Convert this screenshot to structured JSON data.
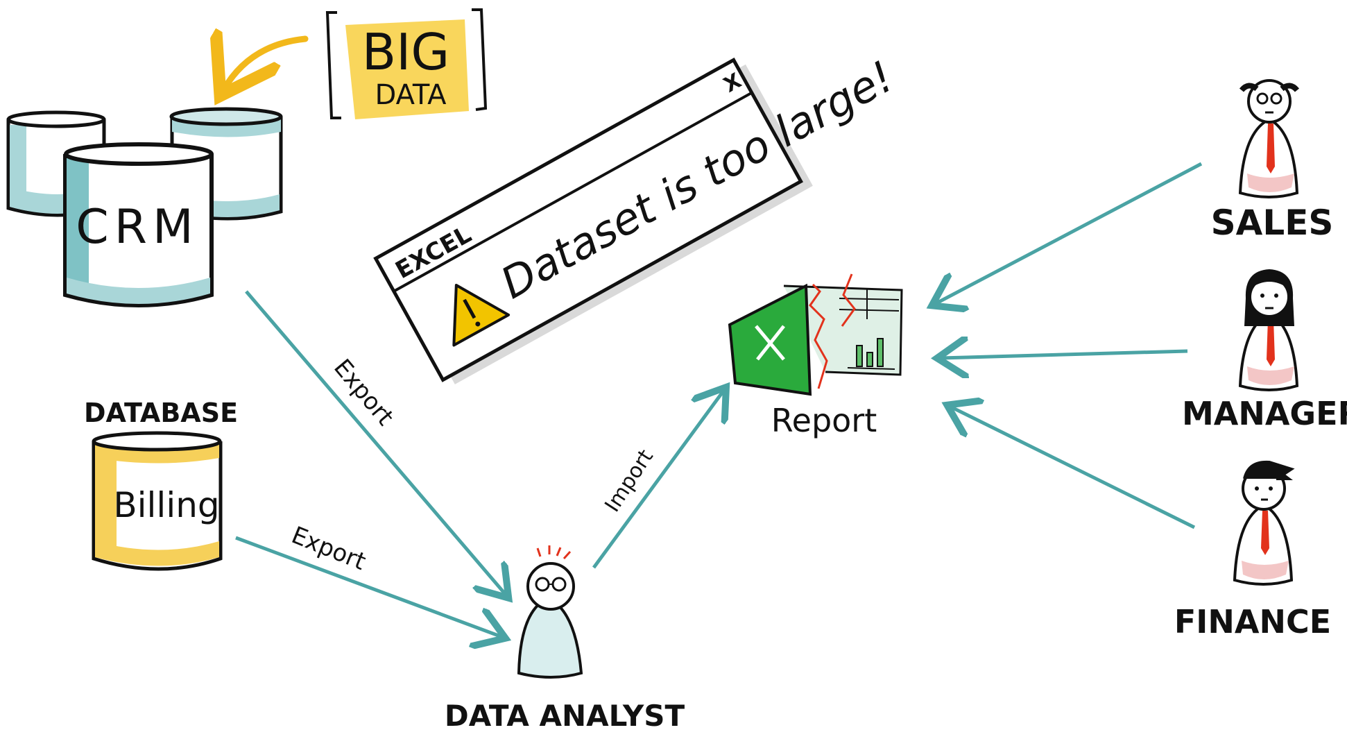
{
  "colors": {
    "arrow": "#4aa3a4",
    "teal_fill": "#a9d6d8",
    "billing_fill": "#f6d05a",
    "excel_green": "#2aaa3c",
    "warning": "#f2c400",
    "crack": "#e2321c",
    "tie": "#e2321c",
    "bigdata_note": "#f8d24a"
  },
  "labels": {
    "crm": "CRM",
    "big": "BIG",
    "data": "DATA",
    "database_heading": "DATABASE",
    "billing": "Billing",
    "excel_title": "EXCEL",
    "excel_close": "X",
    "excel_message": "Dataset is too large!",
    "report": "Report",
    "export_1": "Export",
    "export_2": "Export",
    "import": "Import",
    "data_analyst": "DATA ANALYST",
    "sales": "SALES",
    "manager": "MANAGER",
    "finance": "FINANCE"
  },
  "icons": {
    "warning": "warning-triangle-icon",
    "excel": "excel-logo-icon",
    "analyst": "stick-figure-icon"
  }
}
